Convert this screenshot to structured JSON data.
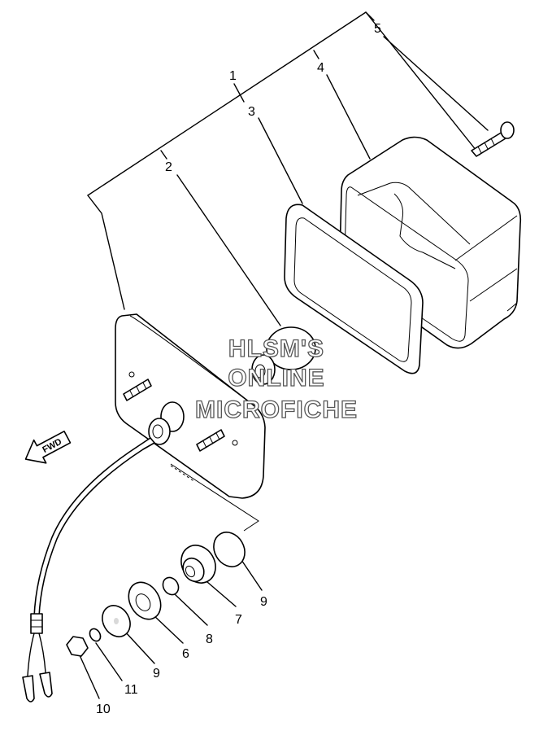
{
  "callouts": [
    "1",
    "2",
    "3",
    "4",
    "5",
    "6",
    "7",
    "8",
    "9",
    "9",
    "10",
    "11"
  ],
  "direction_arrow": {
    "label": "FWD"
  },
  "watermark": {
    "line1": "HLSM'S",
    "line2": "ONLINE",
    "line3": "MICROFICHE"
  }
}
